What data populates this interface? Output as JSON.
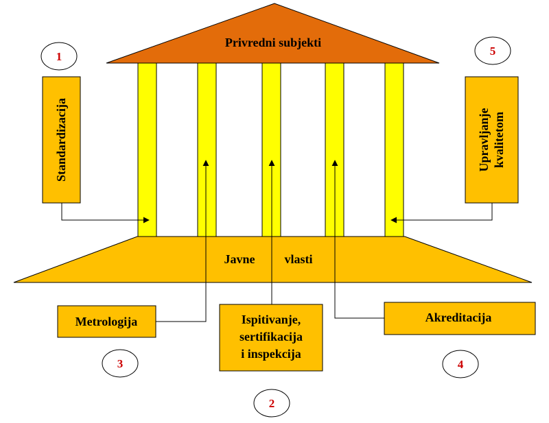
{
  "roof": {
    "label": "Privredni subjekti"
  },
  "base": {
    "label_left": "Javne",
    "label_right": "vlasti"
  },
  "pillars": [
    {
      "key": "standardizacija",
      "label": "Standardizacija",
      "number": "1"
    },
    {
      "key": "ispitivanje",
      "label_lines": [
        "Ispitivanje,",
        "sertifikacija",
        "i inspekcija"
      ],
      "number": "2"
    },
    {
      "key": "metrologija",
      "label": "Metrologija",
      "number": "3"
    },
    {
      "key": "akreditacija",
      "label": "Akreditacija",
      "number": "4"
    },
    {
      "key": "upravljanje",
      "label_lines": [
        "Upravljanje",
        "kvalitetom"
      ],
      "number": "5"
    }
  ],
  "colors": {
    "roof": "#e36c0a",
    "column": "#ffff00",
    "base": "#ffc000",
    "box": "#ffc000",
    "number": "#cc0000",
    "stroke": "#000000"
  }
}
